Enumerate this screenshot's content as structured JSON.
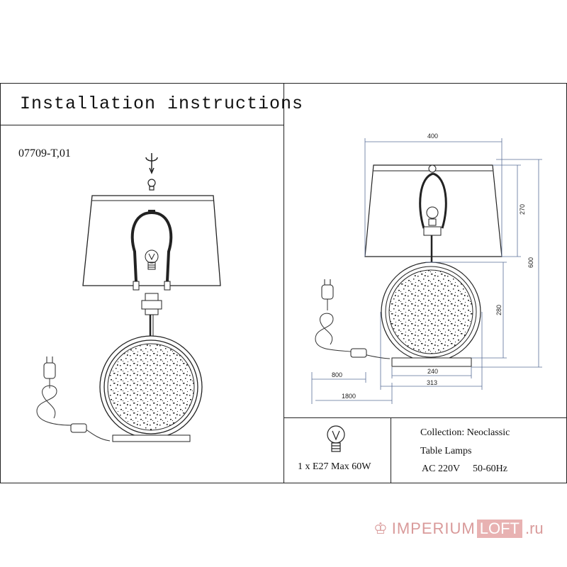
{
  "header": {
    "title": "Installation instructions"
  },
  "product": {
    "code": "07709-T,01"
  },
  "dimensions": {
    "shade_width": "400",
    "shade_height": "270",
    "total_height": "600",
    "base_height": "280",
    "base_width": "240",
    "overall_width": "313",
    "cord_part": "800",
    "cord_total": "1800"
  },
  "specs": {
    "bulb": "1 x E27 Max 60W",
    "collection": "Collection: Neoclassic",
    "type": "Table Lamps",
    "voltage": "AC 220V",
    "frequency": "50-60Hz"
  },
  "watermark": {
    "part1": "IMPERIUM",
    "part2": "LOFT",
    "part3": ".ru"
  },
  "icons": [
    "rotate-arrow-icon",
    "finial-icon",
    "bulb-icon",
    "plug-icon",
    "switch-icon"
  ]
}
